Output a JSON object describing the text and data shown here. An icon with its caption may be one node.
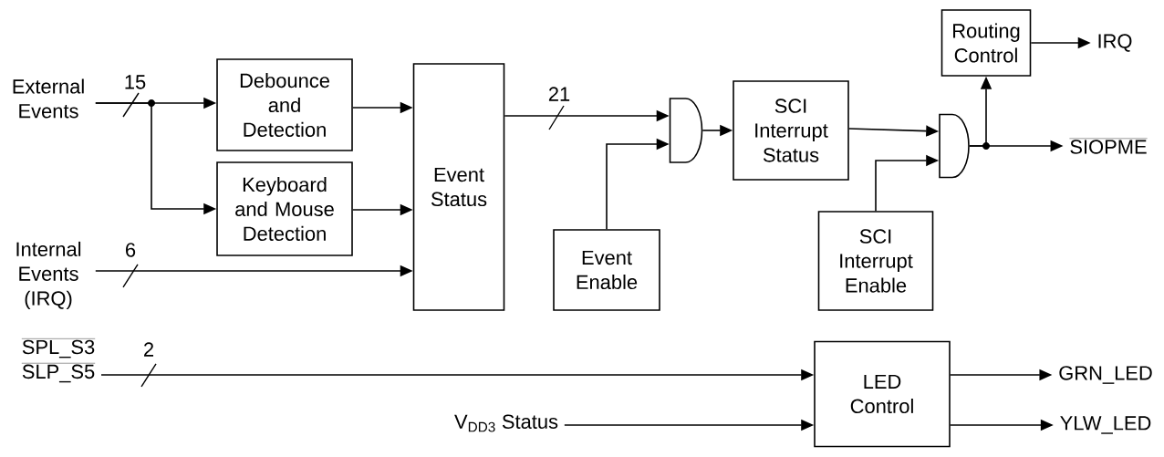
{
  "diagram": {
    "nodes": [
      {
        "text": [
          "External Events"
        ]
      },
      {
        "text": [
          "Debounce and Detection"
        ]
      },
      {
        "text": [
          "Keyboard and Mouse Detection"
        ]
      },
      {
        "text": [
          "Internal Events (IRQ)"
        ]
      },
      {
        "text": [
          "Event Status"
        ]
      },
      {
        "text": [],
        "shape": "gate"
      },
      {
        "text": [
          "Event Enable"
        ]
      },
      {
        "text": [
          "SCI Interrupt Status"
        ]
      },
      {
        "text": [],
        "shape": "gate"
      },
      {
        "text": [
          "SCI Interrupt Enable"
        ]
      },
      {
        "text": [
          "Routing Control"
        ]
      },
      {
        "text": [
          "IRQ"
        ]
      },
      {
        "text": [
          "SIOPME"
        ]
      },
      {
        "text": [
          "SPL_S3",
          "SLP_S5"
        ]
      },
      {
        "text": [
          "V$_{DD3}$ Status"
        ]
      },
      {
        "text": [
          "LED Control"
        ]
      },
      {
        "text": [
          "GRN_LED"
        ]
      },
      {
        "text": [
          "YLW_LED"
        ]
      }
    ],
    "edges": [
      {
        "from": 0,
        "to": 1,
        "arrow": "to",
        "label": "15"
      },
      {
        "from": 0,
        "to": 2,
        "arrow": "to"
      },
      {
        "from": 1,
        "to": 4,
        "arrow": "to"
      },
      {
        "from": 2,
        "to": 4,
        "arrow": "to"
      },
      {
        "from": 3,
        "to": 4,
        "arrow": "to",
        "label": "6"
      },
      {
        "from": 4,
        "to": 5,
        "arrow": "to",
        "label": "21"
      },
      {
        "from": 6,
        "to": 5,
        "arrow": "to"
      },
      {
        "from": 5,
        "to": 7,
        "arrow": "to"
      },
      {
        "from": 7,
        "to": 8,
        "arrow": "to"
      },
      {
        "from": 9,
        "to": 8,
        "arrow": "to"
      },
      {
        "from": 8,
        "to": 10,
        "arrow": "to"
      },
      {
        "from": 8,
        "to": 12,
        "arrow": "to"
      },
      {
        "from": 10,
        "to": 11,
        "arrow": "to"
      },
      {
        "from": 13,
        "to": 15,
        "arrow": "to",
        "label": "2"
      },
      {
        "from": 14,
        "to": 15,
        "arrow": "to"
      },
      {
        "from": 15,
        "to": 16,
        "arrow": "to"
      },
      {
        "from": 15,
        "to": 17,
        "arrow": "to"
      }
    ]
  }
}
